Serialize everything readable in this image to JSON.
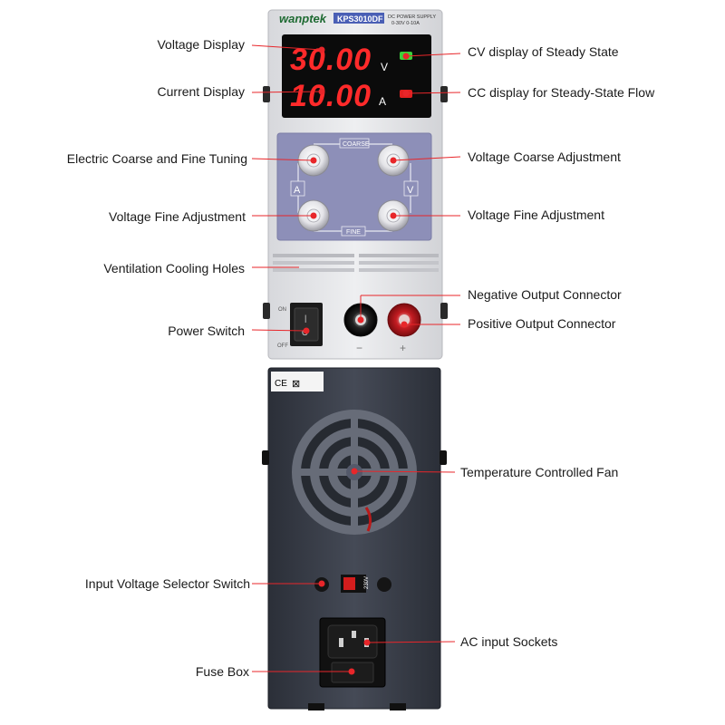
{
  "device": {
    "brand": "wanptek",
    "model": "KPS3010DF",
    "spec_line1": "DC POWER SUPPLY",
    "spec_line2": "0-30V 0-10A",
    "voltage_reading": "30.00",
    "voltage_unit": "V",
    "current_reading": "10.00",
    "current_unit": "A",
    "coarse_label": "COARSE",
    "fine_label": "FINE",
    "a_label": "A",
    "v_label": "V",
    "on_label": "ON",
    "off_label": "OFF",
    "switch_on_glyph": "|",
    "switch_off_glyph": "O",
    "minus_symbol": "−",
    "plus_symbol": "+",
    "selector_label": "230V",
    "cert_ce": "CE",
    "cert_weee": "⊠"
  },
  "labels": {
    "voltage_display": "Voltage Display",
    "current_display": "Current Display",
    "electric_coarse_fine": "Electric Coarse and Fine Tuning",
    "voltage_fine_left": "Voltage Fine Adjustment",
    "ventilation": "Ventilation Cooling Holes",
    "power_switch": "Power Switch",
    "cv_display": "CV display of Steady State",
    "cc_display": "CC display for Steady-State Flow",
    "voltage_coarse": "Voltage Coarse Adjustment",
    "voltage_fine_right": "Voltage Fine Adjustment",
    "negative_output": "Negative Output Connector",
    "positive_output": "Positive Output Connector",
    "fan": "Temperature Controlled Fan",
    "input_selector": "Input Voltage Selector Switch",
    "ac_input": "AC input Sockets",
    "fuse_box": "Fuse Box"
  },
  "colors": {
    "leader": "#e8262a",
    "display_red": "#ff2a2a",
    "panel_lilac": "#8d8fb8",
    "chassis_dark": "#3a3f4a",
    "brand_green": "#1f6b33"
  }
}
